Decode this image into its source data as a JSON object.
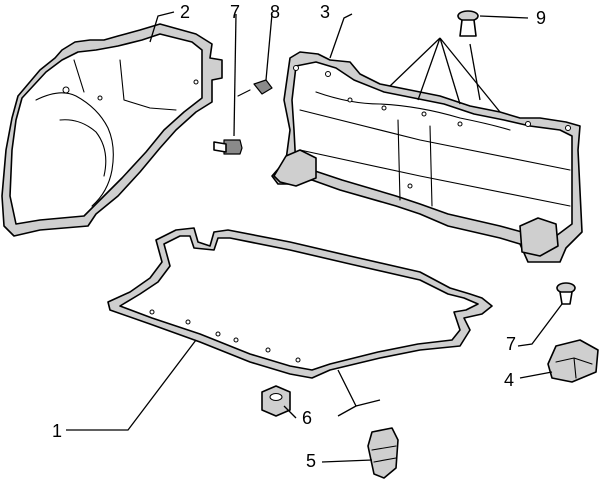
{
  "callouts": {
    "c1": "1",
    "c2": "2",
    "c3": "3",
    "c4": "4",
    "c5": "5",
    "c6": "6",
    "c7a": "7",
    "c7b": "7",
    "c8": "8",
    "c9": "9"
  }
}
